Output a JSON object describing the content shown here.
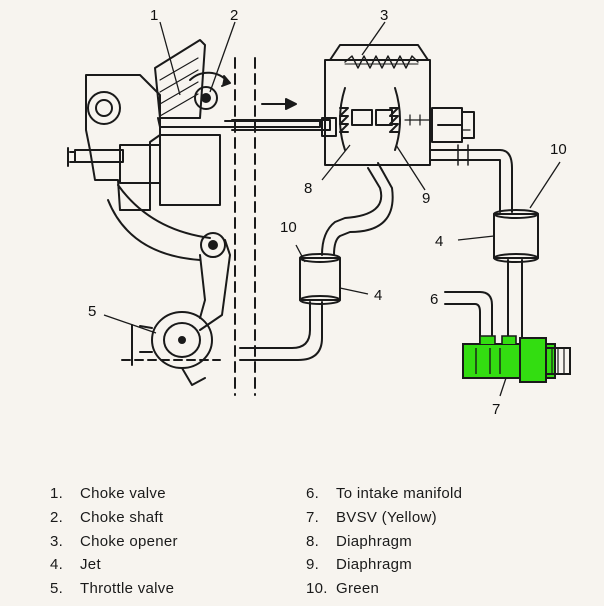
{
  "callouts": {
    "c1": "1",
    "c2": "2",
    "c3": "3",
    "c4a": "4",
    "c4b": "4",
    "c5": "5",
    "c6": "6",
    "c7": "7",
    "c8": "8",
    "c9": "9",
    "c10a": "10",
    "c10b": "10"
  },
  "legend": {
    "left": [
      {
        "num": "1.",
        "label": "Choke valve"
      },
      {
        "num": "2.",
        "label": "Choke shaft"
      },
      {
        "num": "3.",
        "label": "Choke opener"
      },
      {
        "num": "4.",
        "label": "Jet"
      },
      {
        "num": "5.",
        "label": "Throttle valve"
      }
    ],
    "right": [
      {
        "num": "6.",
        "label": "To intake manifold"
      },
      {
        "num": "7.",
        "label": "BVSV (Yellow)"
      },
      {
        "num": "8.",
        "label": "Diaphragm"
      },
      {
        "num": "9.",
        "label": "Diaphragm"
      },
      {
        "num": "10.",
        "label": "Green"
      }
    ]
  },
  "colors": {
    "bvsv_highlight": "#33dd11",
    "line": "#1a1a1a",
    "background": "#f7f4ef"
  }
}
